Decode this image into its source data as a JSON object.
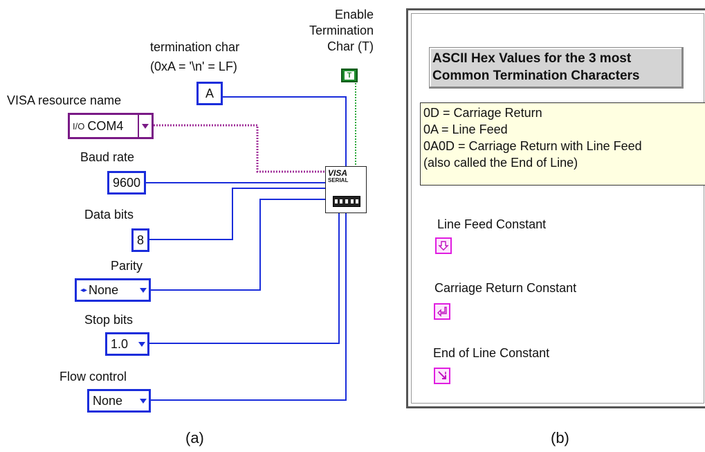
{
  "labels": {
    "enable_termination": "Enable Termination Char (T)",
    "termination_char_line1": "termination char",
    "termination_char_line2": "(0xA = '\\n' = LF)",
    "visa_resource": "VISA resource name",
    "baud_rate": "Baud rate",
    "data_bits": "Data bits",
    "parity": "Parity",
    "stop_bits": "Stop bits",
    "flow_control": "Flow control"
  },
  "controls": {
    "enable_termination_value": "T",
    "termination_char_value": "A",
    "visa_resource_value": "COM4",
    "baud_rate_value": "9600",
    "data_bits_value": "8",
    "parity_value": "None",
    "stop_bits_value": "1.0",
    "flow_control_value": "None"
  },
  "vi_node": {
    "line1": "VISA",
    "line2": "SERIAL"
  },
  "panel_b": {
    "heading": "ASCII Hex Values for the 3 most Common Termination Characters",
    "notes": [
      "0D = Carriage Return",
      "0A = Line Feed",
      "0A0D = Carriage Return with Line Feed",
      "(also called the End of Line)"
    ],
    "line_feed_label": "Line Feed Constant",
    "carriage_return_label": "Carriage Return Constant",
    "end_of_line_label": "End of Line Constant"
  },
  "captions": {
    "a": "(a)",
    "b": "(b)"
  },
  "colors": {
    "wire_blue": "#1a2ddb",
    "wire_purple": "#7a1a86",
    "boolean_green": "#1d8a2c",
    "constant_magenta": "#e01ee0",
    "note_background": "#ffffe1"
  }
}
